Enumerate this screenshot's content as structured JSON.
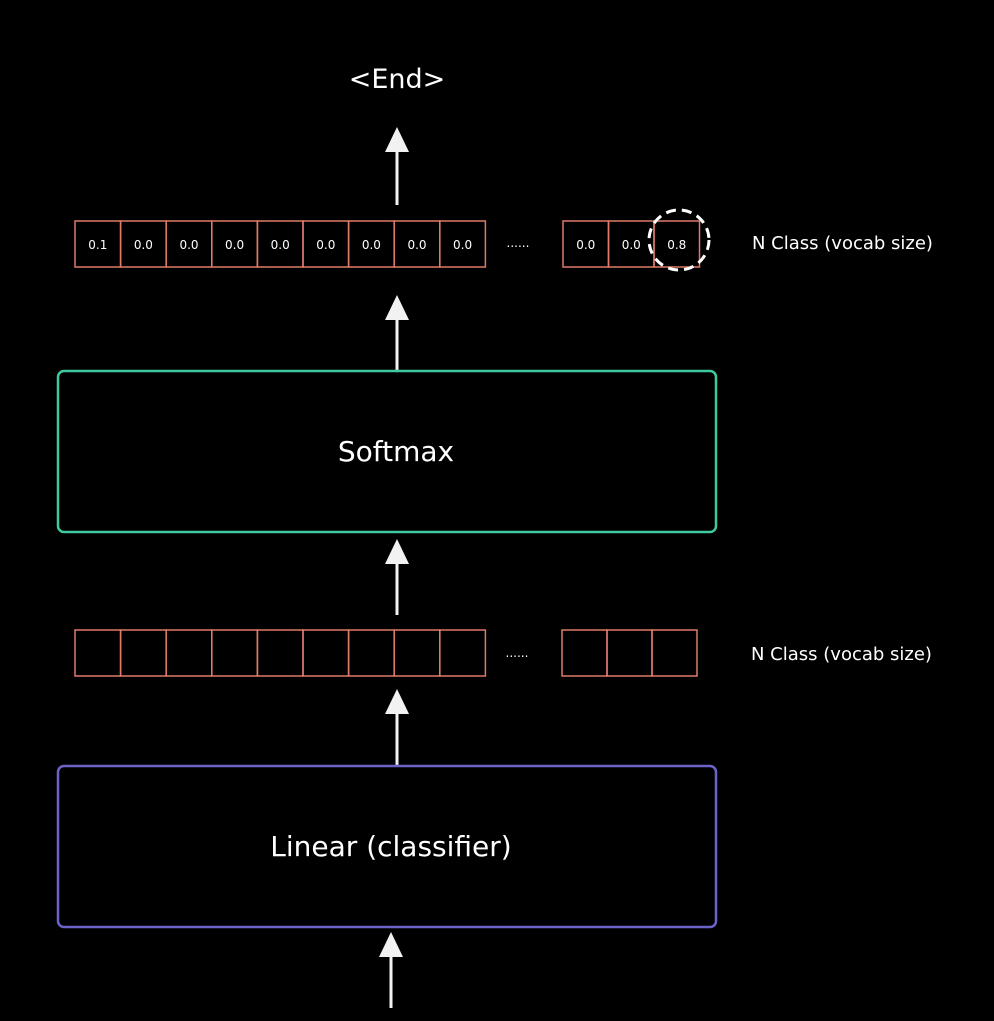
{
  "output_token": "<End>",
  "softmax_label": "Softmax",
  "linear_label": "Linear (classifier)",
  "probability_row": {
    "values_left": [
      "0.1",
      "0.0",
      "0.0",
      "0.0",
      "0.0",
      "0.0",
      "0.0",
      "0.0",
      "0.0"
    ],
    "ellipsis": "......",
    "values_right": [
      "0.0",
      "0.0",
      "0.8"
    ],
    "highlighted_value": "0.8",
    "label": "N Class (vocab size)"
  },
  "logit_row": {
    "ellipsis": "......",
    "label": "N Class (vocab size)"
  },
  "colors": {
    "background": "#000000",
    "cell_border": "#e07a6a",
    "softmax_border": "#3fc9a0",
    "linear_border": "#6b63c9",
    "arrow": "#f2f2f2",
    "highlight_circle": "#ffffff"
  }
}
